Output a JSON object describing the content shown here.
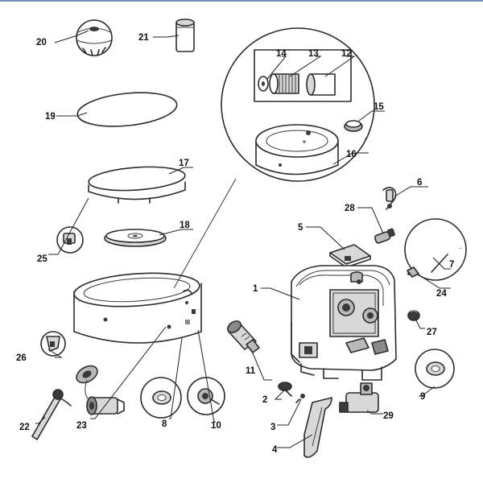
{
  "diagram": {
    "accent_color": "#6d8fb1",
    "labels": [
      {
        "id": "1",
        "text": "1"
      },
      {
        "id": "2",
        "text": "2"
      },
      {
        "id": "3",
        "text": "3"
      },
      {
        "id": "4",
        "text": "4"
      },
      {
        "id": "5",
        "text": "5"
      },
      {
        "id": "6",
        "text": "6"
      },
      {
        "id": "7",
        "text": "7"
      },
      {
        "id": "8",
        "text": "8"
      },
      {
        "id": "9",
        "text": "9"
      },
      {
        "id": "10",
        "text": "10"
      },
      {
        "id": "11",
        "text": "11"
      },
      {
        "id": "12",
        "text": "12"
      },
      {
        "id": "13",
        "text": "13"
      },
      {
        "id": "14",
        "text": "14"
      },
      {
        "id": "15",
        "text": "15"
      },
      {
        "id": "16",
        "text": "16"
      },
      {
        "id": "17",
        "text": "17"
      },
      {
        "id": "18",
        "text": "18"
      },
      {
        "id": "19",
        "text": "19"
      },
      {
        "id": "20",
        "text": "20"
      },
      {
        "id": "21",
        "text": "21"
      },
      {
        "id": "22",
        "text": "22"
      },
      {
        "id": "23",
        "text": "23"
      },
      {
        "id": "24",
        "text": "24"
      },
      {
        "id": "25",
        "text": "25"
      },
      {
        "id": "26",
        "text": "26"
      },
      {
        "id": "27",
        "text": "27"
      },
      {
        "id": "28",
        "text": "28"
      },
      {
        "id": "29",
        "text": "29"
      }
    ]
  }
}
